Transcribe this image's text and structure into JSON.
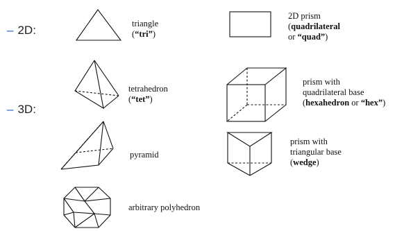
{
  "dimensions": {
    "two_d": {
      "dash": "–",
      "label": "2D:"
    },
    "three_d": {
      "dash": "–",
      "label": "3D:"
    }
  },
  "elements": {
    "triangle": {
      "line1": "triangle",
      "line2_pre": "(",
      "line2_bold": "“tri”",
      "line2_post": ")"
    },
    "prism_2d": {
      "line1": "2D prism",
      "line2_pre": "(",
      "line2_bold": "quadrilateral",
      "line3_pre": "or ",
      "line3_bold": "“quad”",
      "line3_post": ")"
    },
    "tetrahedron": {
      "line1": "tetrahedron",
      "line2_pre": "(",
      "line2_bold": "“tet”",
      "line2_post": ")"
    },
    "hexahedron": {
      "line1": "prism with",
      "line2": "quadrilateral base",
      "line3_pre": "(",
      "line3_bold": "hexahedron",
      "line3_mid": " or ",
      "line3_bold2": "“hex”",
      "line3_post": ")"
    },
    "pyramid": {
      "line1": "pyramid"
    },
    "wedge": {
      "line1": "prism with",
      "line2": "triangular base",
      "line3_pre": "(",
      "line3_bold": "wedge",
      "line3_post": ")"
    },
    "polyhedron": {
      "line1": "arbitrary polyhedron"
    }
  }
}
